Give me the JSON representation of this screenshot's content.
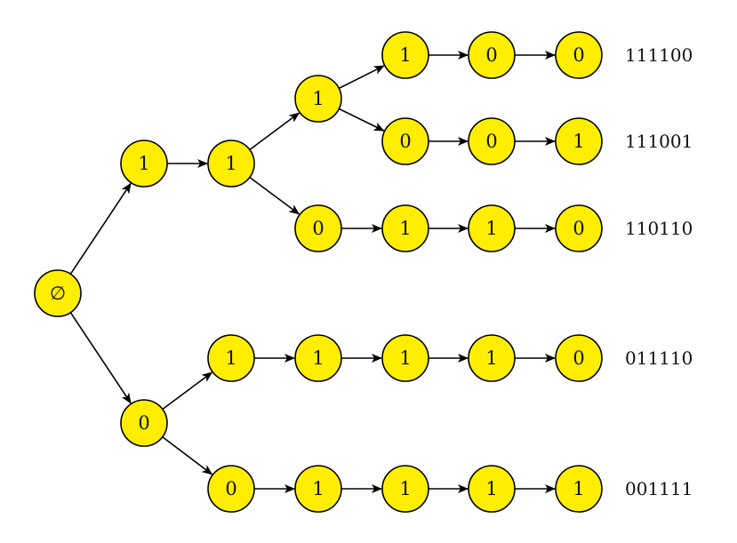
{
  "colors": {
    "node_fill": "#ffee00",
    "stroke": "#000000",
    "text": "#111111"
  },
  "tree": {
    "nodes": [
      {
        "id": "root",
        "label": "∅"
      },
      {
        "id": "a1",
        "label": "1"
      },
      {
        "id": "a2",
        "label": "1"
      },
      {
        "id": "a3",
        "label": "1"
      },
      {
        "id": "a4",
        "label": "1"
      },
      {
        "id": "a5",
        "label": "0"
      },
      {
        "id": "a6",
        "label": "0"
      },
      {
        "id": "b4",
        "label": "0"
      },
      {
        "id": "b5",
        "label": "0"
      },
      {
        "id": "b6",
        "label": "1"
      },
      {
        "id": "c3",
        "label": "0"
      },
      {
        "id": "c4",
        "label": "1"
      },
      {
        "id": "c5",
        "label": "1"
      },
      {
        "id": "c6",
        "label": "0"
      },
      {
        "id": "d1",
        "label": "0"
      },
      {
        "id": "d2",
        "label": "1"
      },
      {
        "id": "d3",
        "label": "1"
      },
      {
        "id": "d4",
        "label": "1"
      },
      {
        "id": "d5",
        "label": "1"
      },
      {
        "id": "d6",
        "label": "0"
      },
      {
        "id": "e2",
        "label": "0"
      },
      {
        "id": "e3",
        "label": "1"
      },
      {
        "id": "e4",
        "label": "1"
      },
      {
        "id": "e5",
        "label": "1"
      },
      {
        "id": "e6",
        "label": "1"
      }
    ],
    "edges": [
      [
        "root",
        "a1"
      ],
      [
        "a1",
        "a2"
      ],
      [
        "a2",
        "a3"
      ],
      [
        "a3",
        "a4"
      ],
      [
        "a4",
        "a5"
      ],
      [
        "a5",
        "a6"
      ],
      [
        "a3",
        "b4"
      ],
      [
        "b4",
        "b5"
      ],
      [
        "b5",
        "b6"
      ],
      [
        "a2",
        "c3"
      ],
      [
        "c3",
        "c4"
      ],
      [
        "c4",
        "c5"
      ],
      [
        "c5",
        "c6"
      ],
      [
        "root",
        "d1"
      ],
      [
        "d1",
        "d2"
      ],
      [
        "d2",
        "d3"
      ],
      [
        "d3",
        "d4"
      ],
      [
        "d4",
        "d5"
      ],
      [
        "d5",
        "d6"
      ],
      [
        "d1",
        "e2"
      ],
      [
        "e2",
        "e3"
      ],
      [
        "e3",
        "e4"
      ],
      [
        "e4",
        "e5"
      ],
      [
        "e5",
        "e6"
      ]
    ],
    "sequences": [
      {
        "id": "seq1",
        "label": "111100"
      },
      {
        "id": "seq2",
        "label": "111001"
      },
      {
        "id": "seq3",
        "label": "110110"
      },
      {
        "id": "seq4",
        "label": "011110"
      },
      {
        "id": "seq5",
        "label": "001111"
      }
    ]
  }
}
